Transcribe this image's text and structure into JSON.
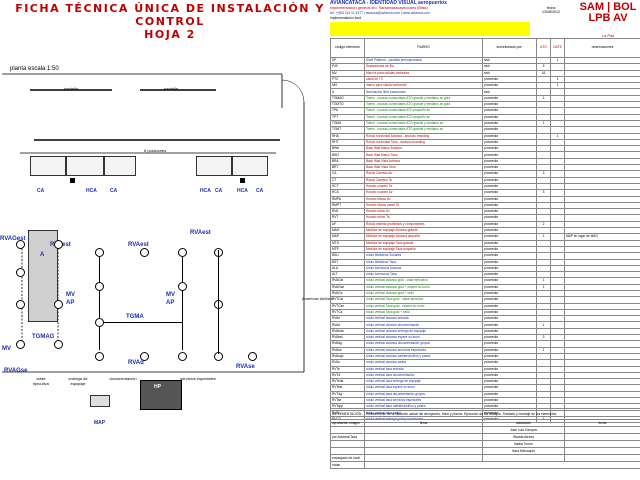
{
  "title": "FICHA TÉCNICA ÚNICA DE INSTALACIÓN Y CONTROL\nHOJA 2",
  "plan": {
    "scale_label": "planta escala 1:50",
    "pantalla1": "pantalla",
    "pantalla2": "pantalla",
    "posiciones": "6 posiciones",
    "counters": [
      "CA",
      "HCA",
      "CA",
      "HCA",
      "CA",
      "HCA",
      "CA"
    ],
    "labels": {
      "rvaest1": "RVAest",
      "rvagest": "RVAGest",
      "a": "A",
      "mv1": "MV",
      "ap1": "AP",
      "tgmag": "TGMAG",
      "mv2": "MV",
      "rvagse": "RVAGse",
      "rvaest2": "RVAest",
      "mv3": "MV",
      "ap2": "AP",
      "tgma": "TGMA",
      "rvad": "RVAd",
      "rvaest3": "RVAest",
      "rvase": "RVAse",
      "american": "American Airlines",
      "clase": "clase ejecutiva",
      "entrega": "entrega de equipaje",
      "documentacion": "documentación",
      "servicios": "servicios especiales",
      "map": "MAP",
      "hp": "HP"
    }
  },
  "panel": {
    "head1": "AVIANCATACA - IDENTIDAD VISUAL aeropuertos",
    "head2": "implementación general sro. Santamaracaveccoles (Bliss)",
    "head3": "tel: +(591 2)4 11 4377 | avianca@avianca.com | www.avianca.com",
    "head4": "implementación bool",
    "fecha_label": "fecha",
    "fecha": "13/08/2012",
    "sam1": "SAM | BOL",
    "sam2": "LPB AV",
    "lapaz": "La Paz",
    "col_code": "código elemento",
    "col_rubro": "RUBRO",
    "col_sum": "suministrado por:",
    "col_ato": "ATO",
    "col_date": "DATE",
    "col_obs": "observaciones",
    "rows": [
      {
        "code": "DP",
        "rubro": "Shell Platform - pantalla presupuestaria",
        "sum": "stvk",
        "ato": "",
        "date": "1",
        "color": "#1a2fb0"
      },
      {
        "code": "P40",
        "rubro": "Separadores de fila",
        "sum": "stvk",
        "ato": "3",
        "date": "",
        "color": "#c00000"
      },
      {
        "code": "MV",
        "rubro": "Marcos para nútulas verticales",
        "sum": "stvk",
        "ato": "16",
        "date": "",
        "color": "#c00000"
      },
      {
        "code": "PTZ",
        "rubro": "canal de TV",
        "sum": "proveedor",
        "ato": "",
        "date": "1",
        "color": "#c00000"
      },
      {
        "code": "MH",
        "rubro": "marco para nútula horizontal",
        "sum": "proveedor",
        "ato": "",
        "date": "1",
        "color": "#c00000"
      },
      {
        "code": "IL",
        "rubro": "Iluminación libre exacciones",
        "sum": "stvk",
        "ato": "",
        "date": "",
        "color": "#1a2fb0"
      },
      {
        "code": "TGMAG",
        "rubro": "Totem - nozzas comerciales ATO grande y mediano av gold",
        "sum": "proveedor",
        "ato": "1",
        "date": "",
        "color": "#118811"
      },
      {
        "code": "TGMTO",
        "rubro": "Totem - nozzas comerciales ATO grande y mediano av gold",
        "sum": "proveedor",
        "ato": "",
        "date": "",
        "color": "#118811"
      },
      {
        "code": "TPA",
        "rubro": "Totem - nozzas comerciales ATO pequeño av",
        "sum": "proveedor",
        "ato": "",
        "date": "",
        "color": "#118811"
      },
      {
        "code": "TPT",
        "rubro": "Totem - nozzas comerciales ATO pequeño av",
        "sum": "proveedor",
        "ato": "",
        "date": "",
        "color": "#118811"
      },
      {
        "code": "TGMA",
        "rubro": "Totem - nozzas comerciales ATO grande y mediano av",
        "sum": "proveedor",
        "ato": "1",
        "date": "",
        "color": "#118811"
      },
      {
        "code": "TGMT",
        "rubro": "Totem - nozzas comerciales ATO grande y mediano av",
        "sum": "proveedor",
        "ato": "",
        "date": "",
        "color": "#118811"
      },
      {
        "code": "RHA",
        "rubro": "Rótulo horizontal Avianca - anuncio branding",
        "sum": "proveedor",
        "ato": "",
        "date": "1",
        "color": "#c00000"
      },
      {
        "code": "RHT",
        "rubro": "Rótulo horizontal Taca - anuncio branding",
        "sum": "proveedor",
        "ato": "",
        "date": "",
        "color": "#c00000"
      },
      {
        "code": "BWA",
        "rubro": "Back Wall Marco Avianca",
        "sum": "proveedor",
        "ato": "",
        "date": "",
        "color": "#c00000"
      },
      {
        "code": "BWT",
        "rubro": "Back Wall Marco Taca",
        "sum": "proveedor",
        "ato": "",
        "date": "",
        "color": "#c00000"
      },
      {
        "code": "BRA",
        "rubro": "Back Wall Vista Avianca",
        "sum": "proveedor",
        "ato": "",
        "date": "",
        "color": "#c00000"
      },
      {
        "code": "BRT",
        "rubro": "Back Wall Vista Taca",
        "sum": "proveedor",
        "ato": "",
        "date": "",
        "color": "#c00000"
      },
      {
        "code": "CA",
        "rubro": "Rótulo Camisio Av",
        "sum": "proveedor",
        "ato": "3",
        "date": "",
        "color": "#c00000"
      },
      {
        "code": "CT",
        "rubro": "Rótulo Camisio Ta",
        "sum": "proveedor",
        "ato": "",
        "date": "",
        "color": "#c00000"
      },
      {
        "code": "HCT",
        "rubro": "Horario counter Ta",
        "sum": "proveedor",
        "ato": "",
        "date": "",
        "color": "#c00000"
      },
      {
        "code": "HCA",
        "rubro": "Horario counter Av",
        "sum": "proveedor",
        "ato": "3",
        "date": "",
        "color": "#c00000"
      },
      {
        "code": "RMPA",
        "rubro": "Horario Marco Av",
        "sum": "proveedor",
        "ato": "",
        "date": "",
        "color": "#c00000"
      },
      {
        "code": "RMPT",
        "rubro": "Horario Marco panel Ta",
        "sum": "proveedor",
        "ato": "",
        "date": "",
        "color": "#c00000"
      },
      {
        "code": "RVA",
        "rubro": "Horario rotino Av",
        "sum": "proveedor",
        "ato": "",
        "date": "",
        "color": "#c00000"
      },
      {
        "code": "RVT",
        "rubro": "Horario rotino Ta",
        "sum": "proveedor",
        "ato": "",
        "date": "",
        "color": "#c00000"
      },
      {
        "code": "AF",
        "rubro": "Rótulo estrella prohibidos y componentes",
        "sum": "proveedor",
        "ato": "2",
        "date": "",
        "color": "#c00000"
      },
      {
        "code": "MAG",
        "rubro": "Medidor de equipaje Avianca grande",
        "sum": "proveedor",
        "ato": "",
        "date": "",
        "color": "#c00000"
      },
      {
        "code": "MAP",
        "rubro": "Medidor de equipaje Avianca pequeño",
        "sum": "proveedor",
        "ato": "1",
        "date": "",
        "color": "#c00000"
      },
      {
        "code": "MTG",
        "rubro": "Medidor de equipaje Taca grande",
        "sum": "proveedor",
        "ato": "",
        "date": "",
        "color": "#c00000"
      },
      {
        "code": "MTP",
        "rubro": "Medidor de equipaje Taca pequeño",
        "sum": "proveedor",
        "ato": "",
        "date": "",
        "color": "#c00000"
      },
      {
        "code": "BSU",
        "rubro": "rótulo biblioteca Sociales",
        "sum": "proveedor",
        "ato": "",
        "date": "",
        "color": "#1a2fb0"
      },
      {
        "code": "BST",
        "rubro": "rótulo biblioteca Taca",
        "sum": "proveedor",
        "ato": "",
        "date": "",
        "color": "#1a2fb0"
      },
      {
        "code": "ALA",
        "rubro": "rótulo luminosos Avianca",
        "sum": "proveedor",
        "ato": "",
        "date": "",
        "color": "#1a2fb0"
      },
      {
        "code": "ALT",
        "rubro": "rótulo luminosos Taca",
        "sum": "proveedor",
        "ato": "",
        "date": "",
        "color": "#1a2fb0"
      },
      {
        "code": "RVAGst",
        "rubro": "rótulo vertical avianca gold - clase ejecutiva",
        "sum": "proveedor",
        "ato": "1",
        "date": "",
        "color": "#118811"
      },
      {
        "code": "RVAGse",
        "rubro": "rótulo vertical avianca gold + espere su turno",
        "sum": "proveedor",
        "ato": "1",
        "date": "",
        "color": "#118811"
      },
      {
        "code": "RVAGs",
        "rubro": "rótulo vertical avianca gold + sello",
        "sum": "proveedor",
        "ato": "",
        "date": "",
        "color": "#118811"
      },
      {
        "code": "RVTCst",
        "rubro": "rótulo vertical Taca gold - clase ejecutiva",
        "sum": "proveedor",
        "ato": "",
        "date": "",
        "color": "#118811"
      },
      {
        "code": "RVTCse",
        "rubro": "rótulo vertical Taca gold - espere su turno",
        "sum": "proveedor",
        "ato": "",
        "date": "",
        "color": "#118811"
      },
      {
        "code": "RVTCs",
        "rubro": "rótulo vertical Taca gold + sello",
        "sum": "proveedor",
        "ato": "",
        "date": "",
        "color": "#118811"
      },
      {
        "code": "RVAe",
        "rubro": "rótulo vertical avianca entrada",
        "sum": "proveedor",
        "ato": "",
        "date": "",
        "color": "#1a2fb0"
      },
      {
        "code": "RVAd",
        "rubro": "rótulo vertical avianca documentación",
        "sum": "proveedor",
        "ato": "1",
        "date": "",
        "color": "#1a2fb0"
      },
      {
        "code": "RVAeda",
        "rubro": "rótulo vertical avianca entrega de equipaje",
        "sum": "proveedor",
        "ato": "",
        "date": "",
        "color": "#1a2fb0"
      },
      {
        "code": "RVAest",
        "rubro": "rótulo vertical avianca espere su turno",
        "sum": "proveedor",
        "ato": "3",
        "date": "",
        "color": "#1a2fb0"
      },
      {
        "code": "RVAdg",
        "rubro": "rótulo vertical avianca documentación grupos",
        "sum": "proveedor",
        "ato": "",
        "date": "",
        "color": "#1a2fb0"
      },
      {
        "code": "RVAse",
        "rubro": "rótulo vertical avianca servicios especiales",
        "sum": "proveedor",
        "ato": "1",
        "date": "",
        "color": "#1a2fb0"
      },
      {
        "code": "RVAcpp",
        "rubro": "rótulo vertical avianca cafetería/niños y pases",
        "sum": "proveedor",
        "ato": "",
        "date": "",
        "color": "#1a2fb0"
      },
      {
        "code": "RVAs",
        "rubro": "rótulo vertical avianca salida",
        "sum": "proveedor",
        "ato": "",
        "date": "",
        "color": "#1a2fb0"
      },
      {
        "code": "RVTe",
        "rubro": "rótulo vertical taca entrada",
        "sum": "proveedor",
        "ato": "",
        "date": "",
        "color": "#1a2fb0"
      },
      {
        "code": "RVTd",
        "rubro": "rótulo vertical taca documentación",
        "sum": "proveedor",
        "ato": "",
        "date": "",
        "color": "#1a2fb0"
      },
      {
        "code": "RVTeda",
        "rubro": "rótulo vertical taca entrega de equipaje",
        "sum": "proveedor",
        "ato": "",
        "date": "",
        "color": "#1a2fb0"
      },
      {
        "code": "RVTest",
        "rubro": "rótulo vertical taca espere su turno",
        "sum": "proveedor",
        "ato": "",
        "date": "",
        "color": "#1a2fb0"
      },
      {
        "code": "RVTdg",
        "rubro": "rótulo vertical taca documentación grupos",
        "sum": "proveedor",
        "ato": "",
        "date": "",
        "color": "#1a2fb0"
      },
      {
        "code": "RVTse",
        "rubro": "rótulo vertical taca servicios especiales",
        "sum": "proveedor",
        "ato": "",
        "date": "",
        "color": "#1a2fb0"
      },
      {
        "code": "RVTcpp",
        "rubro": "rótulo vertical taca cafetería/niños y pases",
        "sum": "proveedor",
        "ato": "",
        "date": "",
        "color": "#1a2fb0"
      },
      {
        "code": "RVTs",
        "rubro": "rótulo vertical taca salida",
        "sum": "proveedor",
        "ato": "",
        "date": "",
        "color": "#1a2fb0"
      },
      {
        "code": "RVCG",
        "rubro": "rótulo vertical entrega gold y conexiones",
        "sum": "proveedor",
        "ato": "1",
        "date": "",
        "color": "#1a2fb0"
      }
    ],
    "obs_map": "MAP en lugar de MAG",
    "bottom": {
      "impl_label": "IMPLEMENTACIÓN",
      "impl_text": "Relevamiento de la situación actual del aeropuerto, fotos y planos. Ejecución de los trabajos. Traslado y montaje de los elementos.",
      "aprob_label": "aprobación imagen",
      "firma": "firma",
      "aclaracion": "aclaración",
      "fecha": "fecha",
      "por_label": "por Avianca/Taca",
      "names": [
        "José Luis Campos",
        "Wanda Alecey",
        "Nadia Torres",
        "Ilona Marroquín"
      ],
      "encargado": "encargado de local",
      "notas": "notas"
    }
  }
}
